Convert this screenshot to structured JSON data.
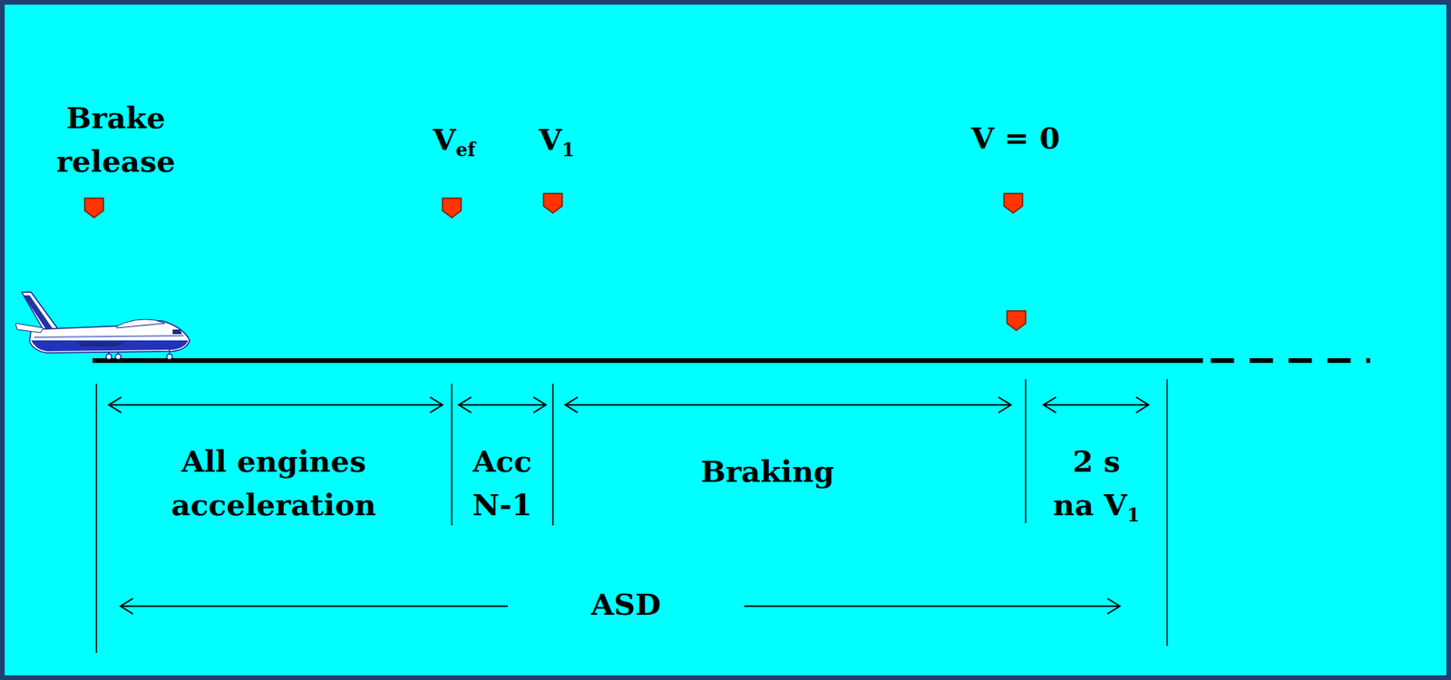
{
  "diagram": {
    "labels": [
      "Brake release",
      "Vef",
      "V1",
      "V = 0",
      "All engines acceleration",
      "Acc N-1",
      "Braking",
      "2 s na V1",
      "ASD"
    ]
  }
}
